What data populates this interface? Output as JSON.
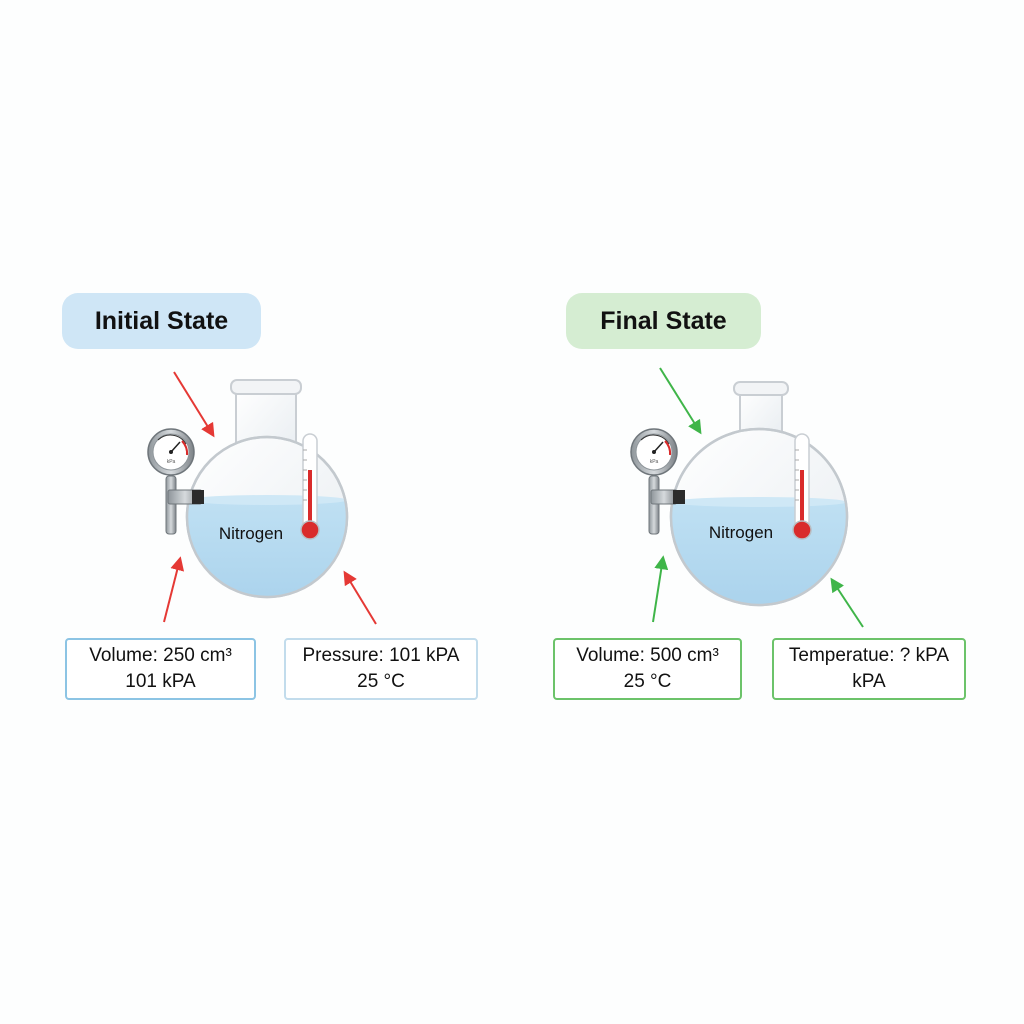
{
  "initial": {
    "title": "Initial State",
    "gas_label": "Nitrogen",
    "gauge_text": "kPa",
    "volume_line1": "Volume: 250 cm³",
    "volume_line2": "101 kPA",
    "pressure_line1": "Pressure: 101 kPA",
    "pressure_line2": "25 °C",
    "accent_color": "#e53935"
  },
  "final": {
    "title": "Final State",
    "gas_label": "Nitrogen",
    "gauge_text": "kPa",
    "volume_line1": "Volume: 500 cm³",
    "volume_line2": "25 °C",
    "temp_line1": "Temperatue: ? kPA",
    "temp_line2": "kPA",
    "accent_color": "#3fb549"
  }
}
